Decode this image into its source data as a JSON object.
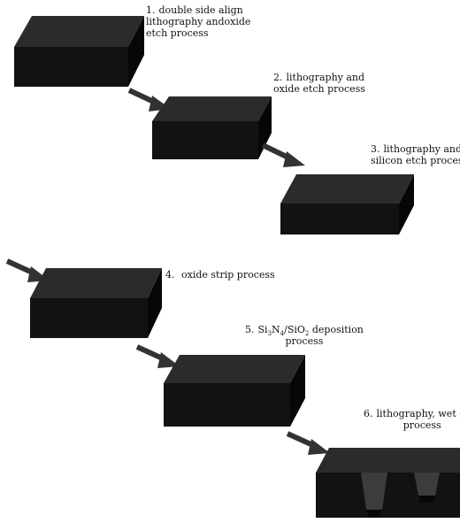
{
  "steps": [
    {
      "number": "1.",
      "lines": [
        "double side align",
        "lithography andoxide",
        "etch process"
      ]
    },
    {
      "number": "2.",
      "lines": [
        "lithography and",
        "oxide etch process"
      ]
    },
    {
      "number": "3.",
      "lines": [
        "lithography and",
        "silicon etch process"
      ]
    },
    {
      "number": "4.",
      "lines": [
        "oxide strip process"
      ]
    },
    {
      "number": "5.",
      "formula": {
        "a": "Si",
        "a_sub": "3",
        "b": "N",
        "b_sub": "4",
        "sep": "/SiO",
        "c_sub": "2",
        "rest": " deposition"
      },
      "lines": [
        "process"
      ]
    },
    {
      "number": "6.",
      "lines": [
        "lithography, wet etch",
        "process"
      ]
    }
  ],
  "colors": {
    "block_top": "#2a2a2a",
    "block_front": "#111111",
    "block_side": "#060606",
    "arrow": "#3a3a3a"
  }
}
